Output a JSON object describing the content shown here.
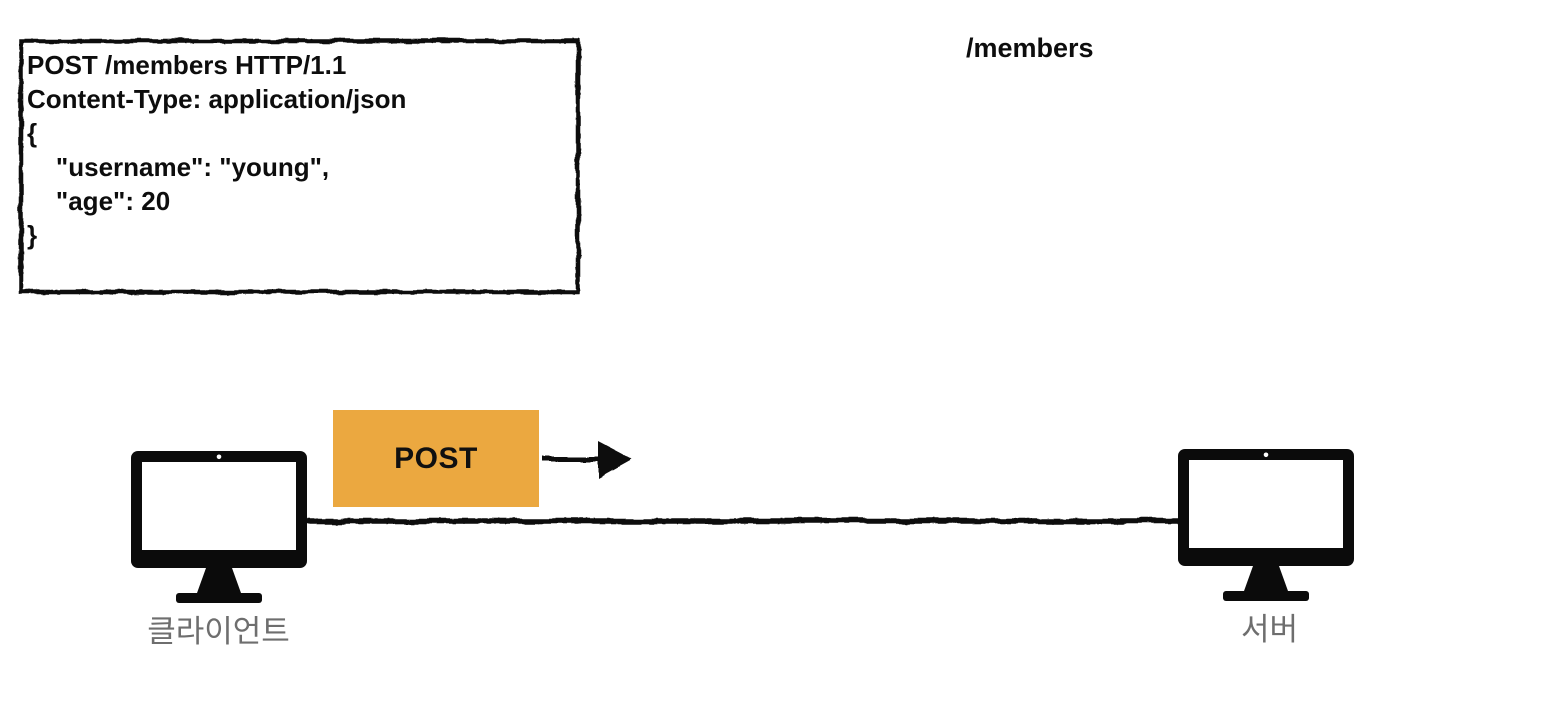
{
  "request_box": {
    "lines": [
      "POST /members HTTP/1.1",
      "Content-Type: application/json",
      "",
      "{",
      "    \"username\": \"young\",",
      "    \"age\": 20",
      "}"
    ]
  },
  "endpoint_label": "/members",
  "flow": {
    "method_label": "POST",
    "client_label": "클라이언트",
    "server_label": "서버"
  },
  "colors": {
    "method_box_fill": "#EBA840",
    "ink": "#0D0D0D",
    "device_label_gray": "#6E6E6E"
  },
  "icons": {
    "client": "monitor-icon",
    "server": "monitor-icon",
    "arrow": "arrow-right-icon"
  }
}
